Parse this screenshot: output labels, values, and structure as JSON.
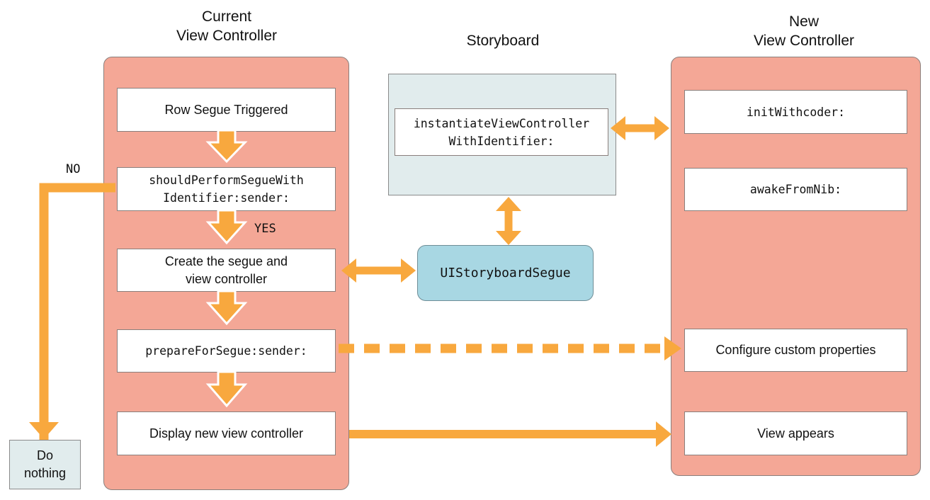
{
  "titles": {
    "current": "Current\nView Controller",
    "storyboard": "Storyboard",
    "new": "New\nView Controller"
  },
  "current_vc": {
    "row_segue": "Row Segue Triggered",
    "should_perform": "shouldPerformSegueWith\nIdentifier:sender:",
    "create": "Create the segue and\nview controller",
    "prepare": "prepareForSegue:sender:",
    "display": "Display new view controller"
  },
  "storyboard": {
    "instantiate": "instantiateViewController\nWithIdentifier:"
  },
  "segue": {
    "label": "UIStoryboardSegue"
  },
  "new_vc": {
    "init": "initWithcoder:",
    "awake": "awakeFromNib:",
    "configure": "Configure custom properties",
    "appears": "View appears"
  },
  "labels": {
    "no": "NO",
    "yes": "YES"
  },
  "do_nothing": "Do\nnothing",
  "colors": {
    "arrow": "#f8a83e",
    "panel": "#f4a796",
    "storyboard": "#e1eced",
    "segue": "#a8d7e3"
  }
}
